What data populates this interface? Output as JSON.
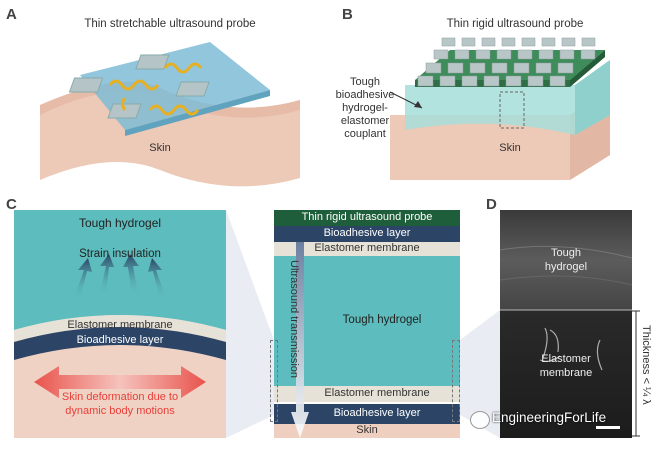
{
  "panels": {
    "a": {
      "letter": "A",
      "title": "Thin stretchable ultrasound probe",
      "skin": "Skin"
    },
    "b": {
      "letter": "B",
      "title": "Thin rigid ultrasound probe",
      "couplant": [
        "Tough",
        "bioadhesive",
        "hydrogel-",
        "elastomer",
        "couplant"
      ],
      "skin": "Skin"
    },
    "c": {
      "letter": "C",
      "hydrogel": "Tough hydrogel",
      "strain": "Strain insulation",
      "membrane": "Elastomer membrane",
      "bioadhesive": "Bioadhesive layer",
      "deformation": [
        "Skin deformation due to",
        "dynamic body motions"
      ]
    },
    "center": {
      "probe": "Thin rigid ultrasound probe",
      "bioadhesive_top": "Bioadhesive layer",
      "membrane_top": "Elastomer membrane",
      "hydrogel": "Tough hydrogel",
      "membrane_bottom": "Elastomer membrane",
      "bioadhesive_bottom": "Bioadhesive layer",
      "skin": "Skin",
      "transmission": "Ultrasound transmission"
    },
    "d": {
      "letter": "D",
      "hydrogel": [
        "Tough",
        "hydrogel"
      ],
      "membrane": [
        "Elastomer",
        "membrane"
      ],
      "thickness": "Thickness < ¼ λ"
    }
  },
  "watermark": "EngineeringForLife",
  "colors": {
    "hydrogel": "#5dbcbd",
    "bioadhesive": "#2c4466",
    "membrane": "#e7e2d7",
    "probe": "#1f5e3a",
    "skin": "#efcfbf"
  }
}
